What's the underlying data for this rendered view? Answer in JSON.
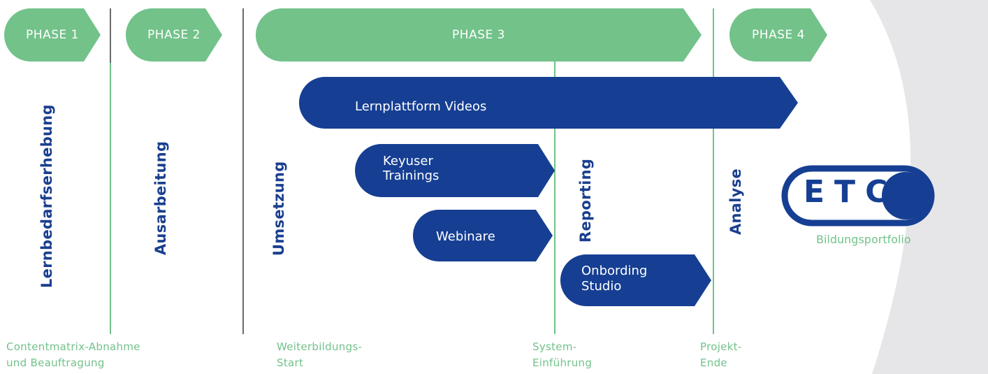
{
  "colors": {
    "green": "#72c28a",
    "navy": "#163f93",
    "text_navy": "#1a3f8f",
    "backdrop": "#e6e6e8"
  },
  "phases": [
    "PHASE 1",
    "PHASE 2",
    "PHASE 3",
    "PHASE 4"
  ],
  "activities": [
    "Lernbedarfserhebung",
    "Ausarbeitung",
    "Umsetzung",
    "Reporting",
    "Analyse"
  ],
  "bars": {
    "lernplattform": "Lernplattform Videos",
    "keyuser_1": "Keyuser",
    "keyuser_2": "Trainings",
    "webinare": "Webinare",
    "onbording_1": "Onbording",
    "onbording_2": "Studio"
  },
  "milestones": [
    {
      "line1": "Contentmatrix-Abnahme",
      "line2": "und Beauftragung"
    },
    {
      "line1": "Weiterbildungs-",
      "line2": "Start"
    },
    {
      "line1": "System-",
      "line2": "Einführung"
    },
    {
      "line1": "Projekt-",
      "line2": "Ende"
    }
  ],
  "logo": {
    "letters": "ETC",
    "subtitle": "Bildungsportfolio"
  }
}
